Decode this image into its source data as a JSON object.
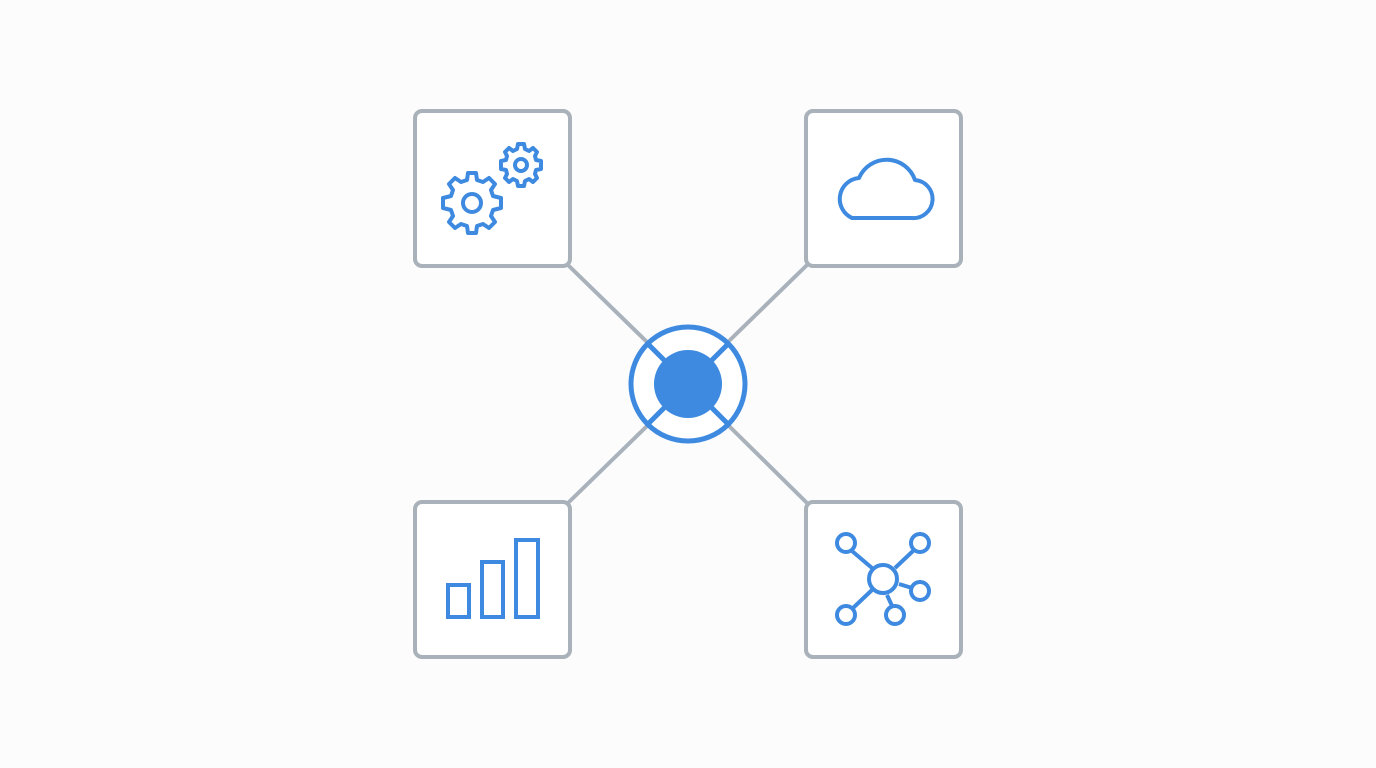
{
  "diagram": {
    "type": "hub-and-spoke",
    "colors": {
      "background": "#fcfcfd",
      "node_border": "#a9b1ba",
      "connector": "#a9b1ba",
      "accent": "#3d8ae0",
      "node_fill": "#ffffff"
    },
    "hub": {
      "icon": "target-hub-icon"
    },
    "nodes": [
      {
        "position": "top-left",
        "icon": "gears-icon"
      },
      {
        "position": "top-right",
        "icon": "cloud-icon"
      },
      {
        "position": "bottom-left",
        "icon": "bar-chart-icon"
      },
      {
        "position": "bottom-right",
        "icon": "network-icon"
      }
    ]
  }
}
